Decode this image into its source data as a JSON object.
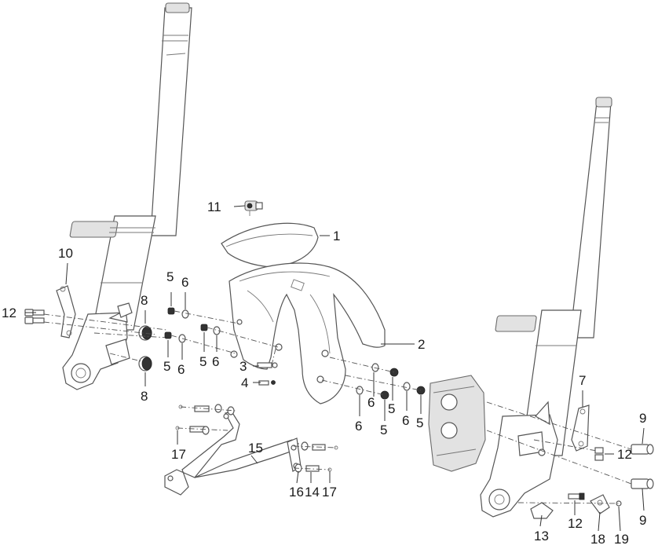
{
  "diagram": {
    "callouts": [
      {
        "id": "c1",
        "label": "1"
      },
      {
        "id": "c2",
        "label": "2"
      },
      {
        "id": "c3",
        "label": "3"
      },
      {
        "id": "c4",
        "label": "4"
      },
      {
        "id": "c5a",
        "label": "5"
      },
      {
        "id": "c5b",
        "label": "5"
      },
      {
        "id": "c5c",
        "label": "5"
      },
      {
        "id": "c5d",
        "label": "5"
      },
      {
        "id": "c5e",
        "label": "5"
      },
      {
        "id": "c5f",
        "label": "5"
      },
      {
        "id": "c6a",
        "label": "6"
      },
      {
        "id": "c6b",
        "label": "6"
      },
      {
        "id": "c6c",
        "label": "6"
      },
      {
        "id": "c6d",
        "label": "6"
      },
      {
        "id": "c6e",
        "label": "6"
      },
      {
        "id": "c6f",
        "label": "6"
      },
      {
        "id": "c7",
        "label": "7"
      },
      {
        "id": "c8a",
        "label": "8"
      },
      {
        "id": "c8b",
        "label": "8"
      },
      {
        "id": "c9a",
        "label": "9"
      },
      {
        "id": "c9b",
        "label": "9"
      },
      {
        "id": "c10",
        "label": "10"
      },
      {
        "id": "c11",
        "label": "11"
      },
      {
        "id": "c12a",
        "label": "12"
      },
      {
        "id": "c12b",
        "label": "12"
      },
      {
        "id": "c12c",
        "label": "12"
      },
      {
        "id": "c13",
        "label": "13"
      },
      {
        "id": "c14",
        "label": "14"
      },
      {
        "id": "c15",
        "label": "15"
      },
      {
        "id": "c16",
        "label": "16"
      },
      {
        "id": "c17a",
        "label": "17"
      },
      {
        "id": "c17b",
        "label": "17"
      },
      {
        "id": "c18",
        "label": "18"
      },
      {
        "id": "c19",
        "label": "19"
      }
    ]
  }
}
